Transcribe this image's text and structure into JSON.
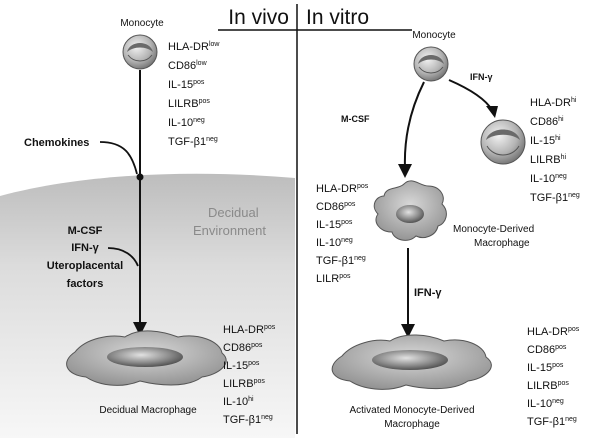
{
  "header": {
    "left": "In vivo",
    "right": "In vitro"
  },
  "invivo": {
    "monocyte_label": "Monocyte",
    "monocyte_markers": [
      {
        "name": "HLA-DR",
        "sup": "low"
      },
      {
        "name": "CD86",
        "sup": "low"
      },
      {
        "name": "IL-15",
        "sup": "pos"
      },
      {
        "name": "LILRB",
        "sup": "pos"
      },
      {
        "name": "IL-10",
        "sup": "neg"
      },
      {
        "name": "TGF-β1",
        "sup": "neg"
      }
    ],
    "chemokines": "Chemokines",
    "environment_line1": "Decidual",
    "environment_line2": "Environment",
    "factors": [
      "M-CSF",
      "IFN-γ",
      "Uteroplacental",
      "factors"
    ],
    "macrophage_label": "Decidual Macrophage",
    "macrophage_markers": [
      {
        "name": "HLA-DR",
        "sup": "pos"
      },
      {
        "name": "CD86",
        "sup": "pos"
      },
      {
        "name": "IL-15",
        "sup": "pos"
      },
      {
        "name": "LILRB",
        "sup": "pos"
      },
      {
        "name": "IL-10",
        "sup": "hi"
      },
      {
        "name": "TGF-β1",
        "sup": "neg"
      }
    ]
  },
  "invitro": {
    "monocyte_label": "Monocyte",
    "ifn_label_top": "IFN-γ",
    "mcsf_label": "M-CSF",
    "activated_monocyte_markers": [
      {
        "name": "HLA-DR",
        "sup": "hi"
      },
      {
        "name": "CD86",
        "sup": "hi"
      },
      {
        "name": "IL-15",
        "sup": "hi"
      },
      {
        "name": "LILRB",
        "sup": "hi"
      },
      {
        "name": "IL-10",
        "sup": "neg"
      },
      {
        "name": "TGF-β1",
        "sup": "neg"
      }
    ],
    "mdm_markers": [
      {
        "name": "HLA-DR",
        "sup": "pos"
      },
      {
        "name": "CD86",
        "sup": "pos"
      },
      {
        "name": "IL-15",
        "sup": "pos"
      },
      {
        "name": "IL-10",
        "sup": "neg"
      },
      {
        "name": "TGF-β1",
        "sup": "neg"
      },
      {
        "name": "LILR",
        "sup": "pos"
      }
    ],
    "mdm_label_line1": "Monocyte-Derived",
    "mdm_label_line2": "Macrophage",
    "ifn_label_bottom": "IFN-γ",
    "activated_mdm_label_line1": "Activated Monocyte-Derived",
    "activated_mdm_label_line2": "Macrophage",
    "activated_mdm_markers": [
      {
        "name": "HLA-DR",
        "sup": "pos"
      },
      {
        "name": "CD86",
        "sup": "pos"
      },
      {
        "name": "IL-15",
        "sup": "pos"
      },
      {
        "name": "LILRB",
        "sup": "pos"
      },
      {
        "name": "IL-10",
        "sup": "neg"
      },
      {
        "name": "TGF-β1",
        "sup": "neg"
      }
    ]
  }
}
